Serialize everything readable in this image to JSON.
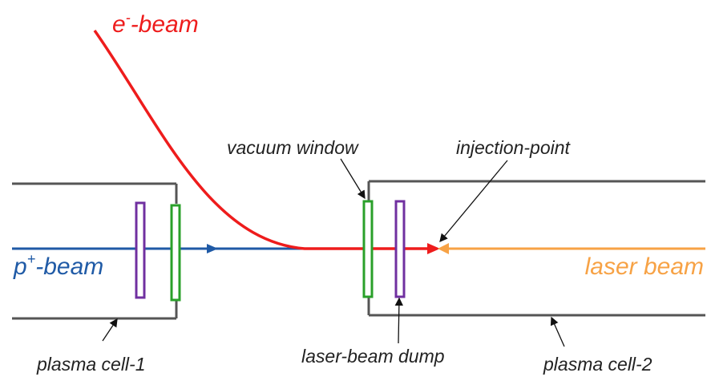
{
  "labels": {
    "e_beam": "e",
    "e_beam_sup": "-",
    "e_beam_rest": "-beam",
    "p_beam": "p",
    "p_beam_sup": "+",
    "p_beam_rest": "-beam",
    "laser_beam": "laser beam",
    "vacuum_window": "vacuum window",
    "injection_point": "injection-point",
    "plasma_cell_1": "plasma cell-1",
    "plasma_cell_2": "plasma cell-2",
    "laser_beam_dump": "laser-beam dump"
  },
  "colors": {
    "e_beam": "#ee1c1c",
    "p_beam": "#1f5aa6",
    "laser_beam": "#f7a245",
    "cell_outline": "#555555",
    "window": "#2aa02a",
    "dump": "#7030a0",
    "text": "#222222"
  }
}
